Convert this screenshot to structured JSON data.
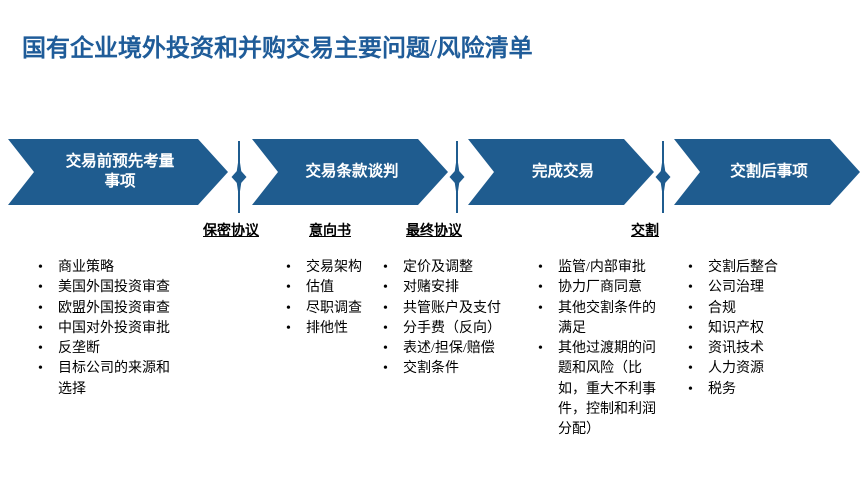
{
  "title": "国有企业境外投资和并购交易主要问题/风险清单",
  "bullet_char": "•",
  "colors": {
    "accent_blue": "#1F5C8F",
    "title_blue": "#1F5C99",
    "stage_text": "#FFFFFF",
    "body_text": "#000000",
    "background": "#FFFFFF"
  },
  "stages": [
    {
      "label": "交易前预先考量\n事项"
    },
    {
      "label": "交易条款谈判"
    },
    {
      "label": "完成交易"
    },
    {
      "label": "交割后事项"
    }
  ],
  "milestones": [
    {
      "label": "保密协议"
    },
    {
      "label": "意向书"
    },
    {
      "label": "最终协议"
    },
    {
      "label": "交割"
    }
  ],
  "columns": [
    {
      "items": [
        "商业策略",
        "美国外国投资审查",
        "欧盟外国投资审查",
        "中国对外投资审批",
        "反垄断",
        "目标公司的来源和选择"
      ]
    },
    {
      "items": [
        "交易架构",
        "估值",
        "尽职调查",
        "排他性"
      ]
    },
    {
      "items": [
        "定价及调整",
        "对赌安排",
        "共管账户及支付",
        "分手费（反向）",
        "表述/担保/赔偿",
        "交割条件"
      ]
    },
    {
      "items": [
        "监管/内部审批",
        "协力厂商同意",
        "其他交割条件的满足",
        "其他过渡期的问题和风险（比如，重大不利事件，控制和利润分配）"
      ]
    },
    {
      "items": [
        "交割后整合",
        "公司治理",
        "合规",
        "知识产权",
        "资讯技术",
        "人力资源",
        "税务"
      ]
    }
  ]
}
